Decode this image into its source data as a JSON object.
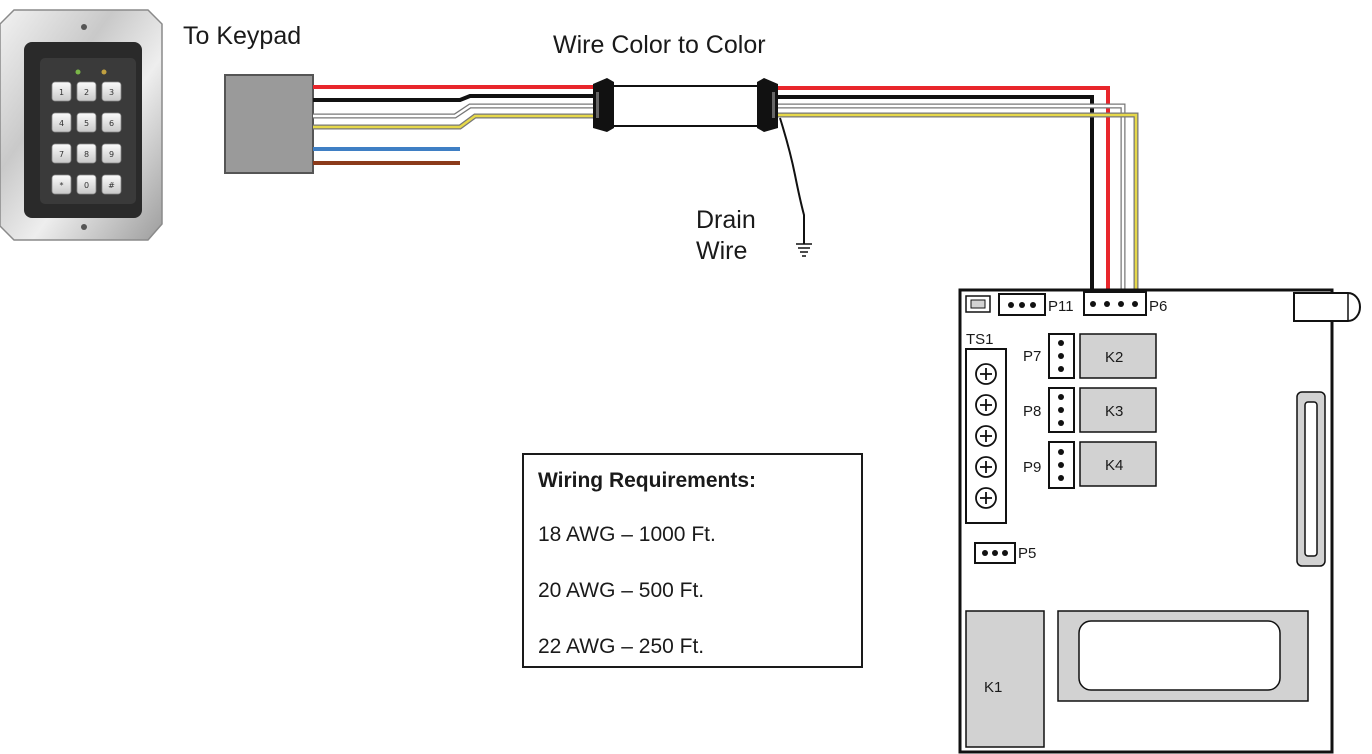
{
  "labels": {
    "to_keypad": "To Keypad",
    "wire_color": "Wire Color to Color",
    "drain_line1": "Drain",
    "drain_line2": "Wire"
  },
  "keypad": {
    "keys": [
      "1",
      "2",
      "3",
      "4",
      "5",
      "6",
      "7",
      "8",
      "9",
      "*",
      "0",
      "#"
    ]
  },
  "board": {
    "p11": "P11",
    "p6": "P6",
    "ts1": "TS1",
    "p7": "P7",
    "p8": "P8",
    "p9": "P9",
    "k2": "K2",
    "k3": "K3",
    "k4": "K4",
    "p5": "P5",
    "k1": "K1"
  },
  "requirements": {
    "title": "Wiring Requirements:",
    "lines": [
      "18 AWG – 1000 Ft.",
      "20 AWG – 500 Ft.",
      "22 AWG – 250 Ft."
    ]
  },
  "wire_colors": {
    "red": "#e8262b",
    "black": "#111111",
    "white": "#ffffff",
    "yellow": "#e6d84a",
    "blue": "#3f7fc4",
    "brown": "#8b3a1a",
    "connector": "#9a9a9a",
    "component": "#d2d2d2"
  }
}
